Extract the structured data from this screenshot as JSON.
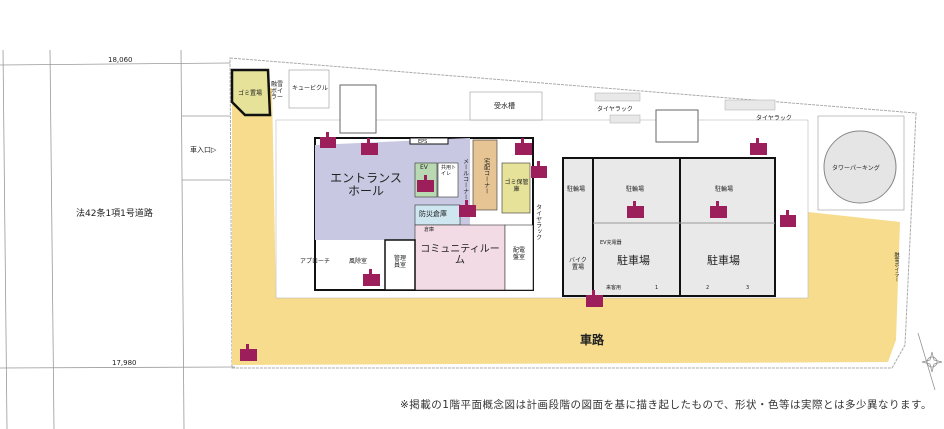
{
  "road": {
    "name": "法42条1項1号道路",
    "width_top": "18,060",
    "width_bottom": "17,980",
    "car_entrance": "車入口▷"
  },
  "rooms": {
    "garbage_area": "ゴミ置場",
    "snow_boiler_top": "融雪ボイラー",
    "cubicle": "キュービクル",
    "water_tank": "受水槽",
    "eps": "EPS",
    "entrance_hall": "エントランスホール",
    "ev": "EV",
    "toilet": "共用トイレ",
    "mail_corner": "メールコーナー",
    "delivery_corner": "宅配コーナー",
    "garbage_storage": "ゴミ保管庫",
    "tire_rack_1": "タイヤラック",
    "tire_rack_2": "タイヤラック",
    "tire_rack_3": "タイヤラック",
    "disaster_storage": "防災倉庫",
    "storage": "倉庫",
    "community_room": "コミュニティルーム",
    "electric_room": "配電盤室",
    "manager_room": "管理員室",
    "windbreak": "風除室",
    "approach": "アプローチ",
    "bicycle_1": "駐輪場",
    "bicycle_2": "駐輪場",
    "bicycle_3": "駐輪場",
    "bike_parking": "バイク置場",
    "ev_charger": "EV充電器",
    "parking_1": "駐車場",
    "parking_2": "駐車場",
    "visitor": "来客用",
    "space_1": "1",
    "space_2": "2",
    "space_3": "3",
    "tower_parking": "タワーパーキング",
    "snow_boiler_right": "融雪ボイラー",
    "driveway": "車路"
  },
  "colors": {
    "driveway": "#f6dc8c",
    "entrance_hall": "#c8c8e2",
    "community_room": "#f3dbe6",
    "delivery": "#e6c493",
    "garbage": "#e6e29a",
    "disaster_storage": "#cde6f0",
    "ev": "#b9d9b2",
    "parking": "#e9e9e9",
    "camera": "#9c1f5c"
  },
  "icons": [
    "security-camera-icon",
    "compass-icon"
  ],
  "footnote": "※掲載の1階平面概念図は計画段階の図面を基に描き起したもので、形状・色等は実際とは多少異なります。"
}
